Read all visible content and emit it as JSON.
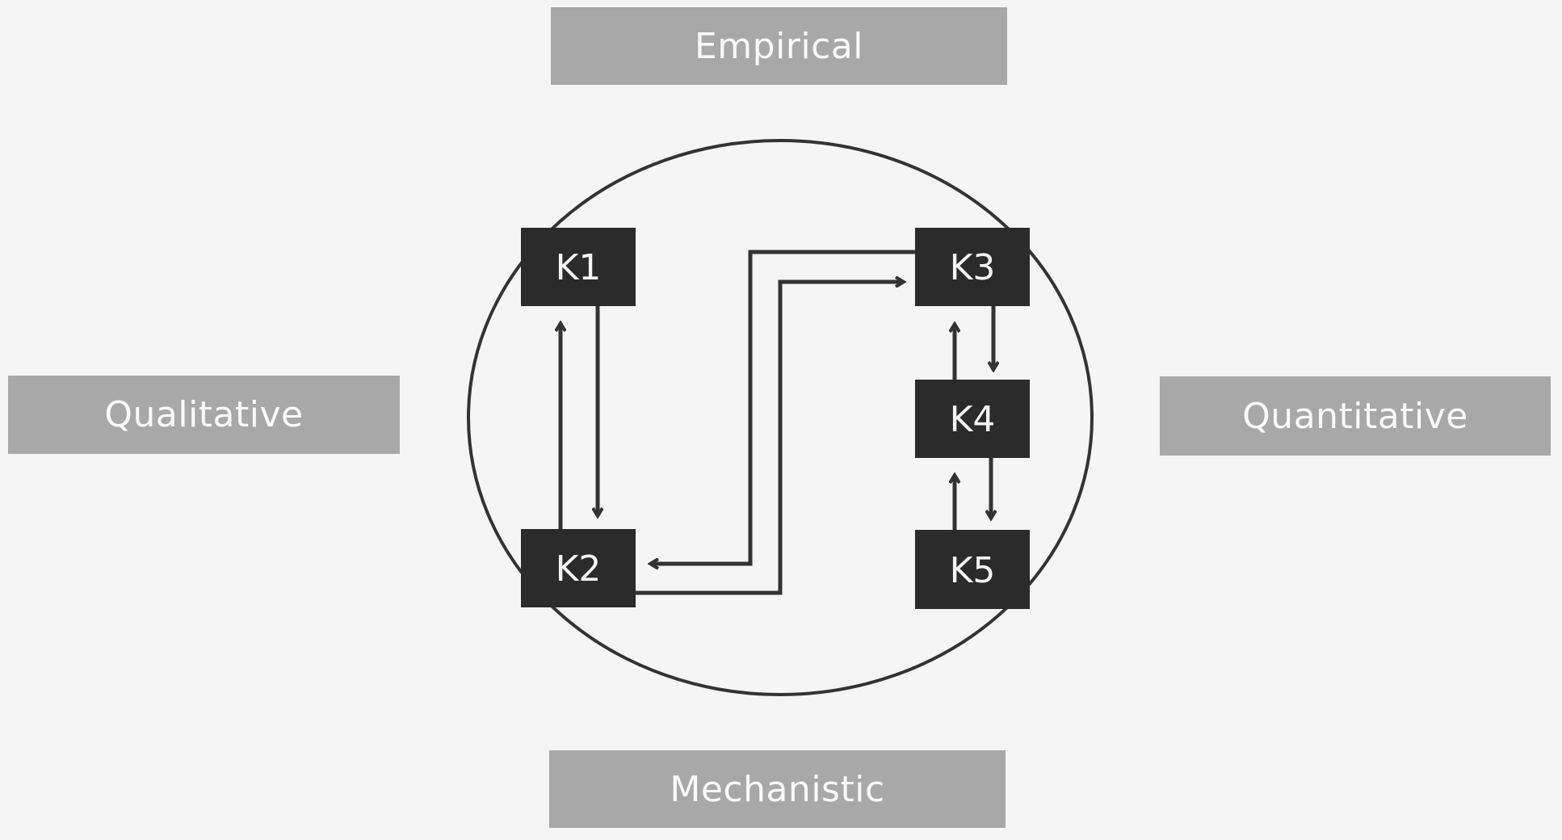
{
  "axes": {
    "top": "Empirical",
    "left": "Qualitative",
    "right": "Quantitative",
    "bottom": "Mechanistic"
  },
  "nodes": [
    "K1",
    "K2",
    "K3",
    "K4",
    "K5"
  ],
  "edges": [
    {
      "from": "K1",
      "to": "K2"
    },
    {
      "from": "K2",
      "to": "K1"
    },
    {
      "from": "K3",
      "to": "K2"
    },
    {
      "from": "K2",
      "to": "K3"
    },
    {
      "from": "K3",
      "to": "K4"
    },
    {
      "from": "K4",
      "to": "K3"
    },
    {
      "from": "K4",
      "to": "K5"
    },
    {
      "from": "K5",
      "to": "K4"
    }
  ],
  "colors": {
    "label_bg": "#a8a8a8",
    "node_bg": "#2b2b2b",
    "line": "#333333",
    "background": "#f5f5f5"
  }
}
